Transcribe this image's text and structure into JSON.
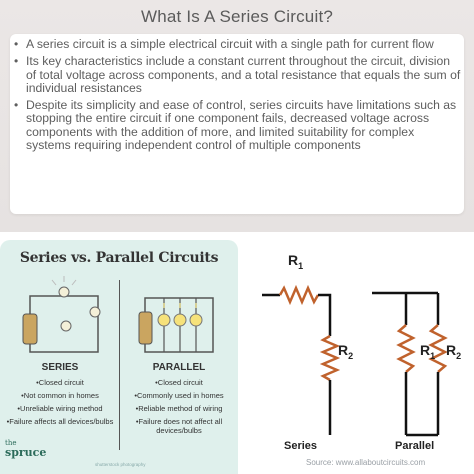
{
  "page": {
    "title": "What Is A Series Circuit?",
    "bullets": [
      "A series circuit is a simple electrical circuit with a single path for current flow",
      "Its key characteristics include a constant current throughout the circuit, division of total voltage across components, and a total resistance that equals the sum of individual resistances",
      "Despite its simplicity and ease of control, series circuits have limitations such as stopping the entire circuit if one component fails, decreased voltage across components with the addition of more, and limited suitability for complex systems requiring independent control of multiple components"
    ]
  },
  "infographic": {
    "title": "Series vs. Parallel Circuits",
    "series": {
      "heading": "SERIES",
      "items": [
        "•Closed circuit",
        "•Not common in homes",
        "•Unreliable wiring method",
        "•Failure affects all devices/bulbs"
      ]
    },
    "parallel": {
      "heading": "PARALLEL",
      "items": [
        "•Closed circuit",
        "•Commonly used in homes",
        "•Reliable method of wiring",
        "•Failure does not affect all devices/bulbs"
      ]
    },
    "brand_top": "the",
    "brand": "spruce",
    "credit": "shutterstock photography"
  },
  "diagram": {
    "series_r1": "R",
    "series_r1_sub": "1",
    "series_r2": "R",
    "series_r2_sub": "2",
    "parallel_r1": "R",
    "parallel_r1_sub": "1",
    "parallel_r2": "R",
    "parallel_r2_sub": "2",
    "series_label": "Series",
    "parallel_label": "Parallel",
    "source": "Source: www.allaboutcircuits.com",
    "resistor_color": "#c0622d"
  }
}
